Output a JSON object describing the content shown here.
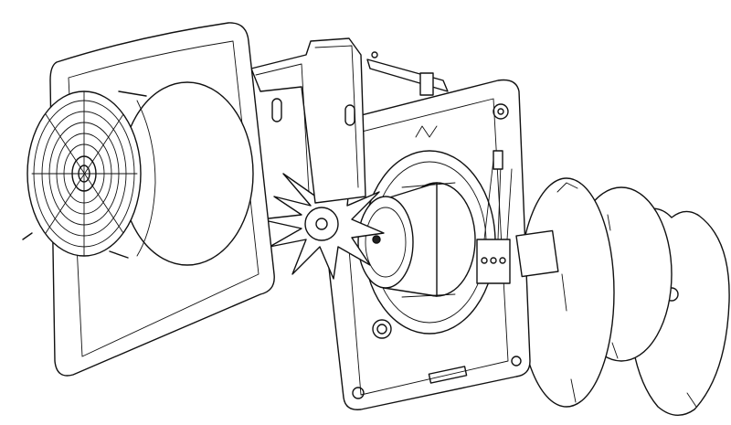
{
  "figure": {
    "style": "black-and-white exploded line drawing",
    "line_color": "#111111",
    "background_color": "#ffffff",
    "parts": [
      "front-cover",
      "grille",
      "impeller",
      "mounting-bracket",
      "clip",
      "base-plate",
      "motor",
      "terminal-block",
      "cover-disc-1",
      "cover-disc-2",
      "cover-disc-3"
    ]
  }
}
